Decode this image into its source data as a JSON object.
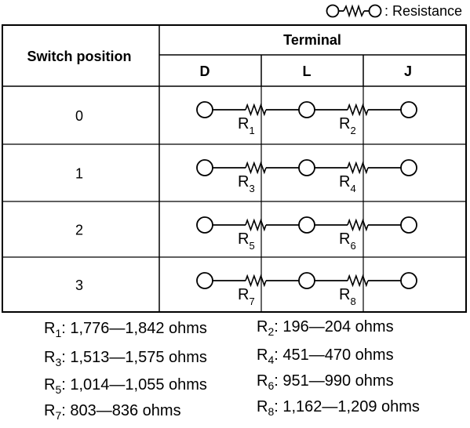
{
  "legend": {
    "symbol": "resistance-symbol",
    "label": ": Resistance"
  },
  "table": {
    "switch_header": "Switch position",
    "terminal_header": "Terminal",
    "terminals": [
      "D",
      "L",
      "J"
    ],
    "rows": [
      {
        "position": "0",
        "left": {
          "letter": "R",
          "sub": "1"
        },
        "right": {
          "letter": "R",
          "sub": "2"
        }
      },
      {
        "position": "1",
        "left": {
          "letter": "R",
          "sub": "3"
        },
        "right": {
          "letter": "R",
          "sub": "4"
        }
      },
      {
        "position": "2",
        "left": {
          "letter": "R",
          "sub": "5"
        },
        "right": {
          "letter": "R",
          "sub": "6"
        }
      },
      {
        "position": "3",
        "left": {
          "letter": "R",
          "sub": "7"
        },
        "right": {
          "letter": "R",
          "sub": "8"
        }
      }
    ]
  },
  "specs": [
    {
      "letter": "R",
      "sub": "1",
      "value": ": 1,776—1,842 ohms"
    },
    {
      "letter": "R",
      "sub": "2",
      "value": ": 196—204 ohms"
    },
    {
      "letter": "R",
      "sub": "3",
      "value": ": 1,513—1,575 ohms"
    },
    {
      "letter": "R",
      "sub": "4",
      "value": ": 451—470 ohms"
    },
    {
      "letter": "R",
      "sub": "5",
      "value": ": 1,014—1,055 ohms"
    },
    {
      "letter": "R",
      "sub": "6",
      "value": ": 951—990 ohms"
    },
    {
      "letter": "R",
      "sub": "7",
      "value": ": 803—836 ohms"
    },
    {
      "letter": "R",
      "sub": "8",
      "value": ": 1,162—1,209 ohms"
    }
  ]
}
